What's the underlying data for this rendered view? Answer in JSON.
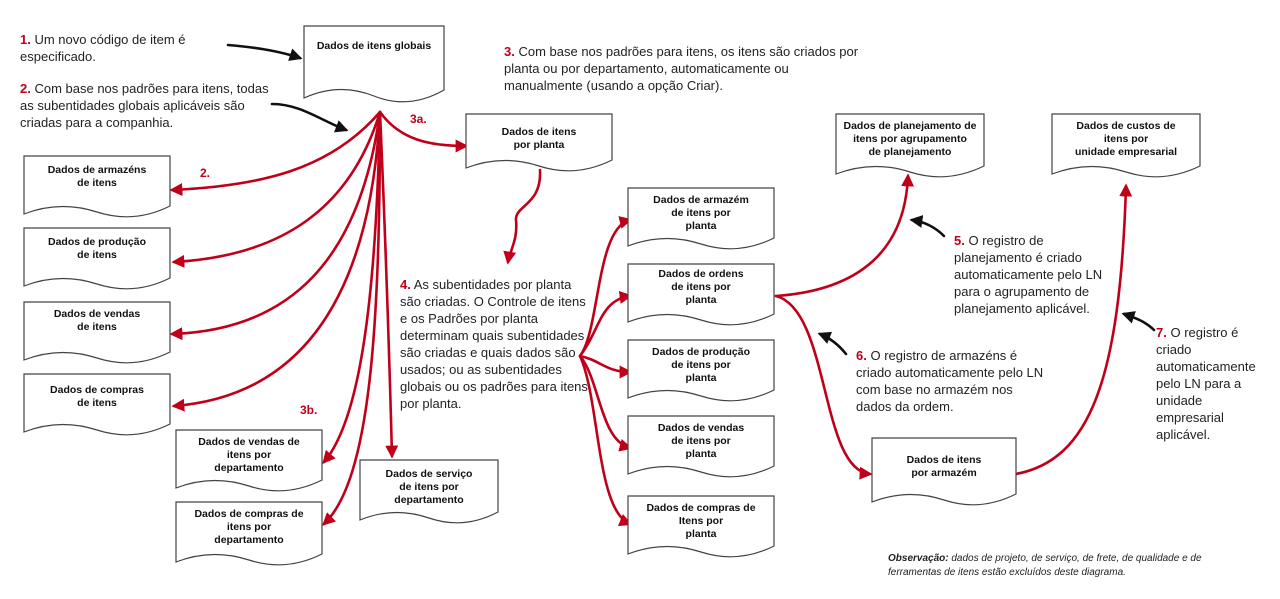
{
  "boxes": {
    "global": "Dados de itens globais",
    "plant": "Dados de itens\npor planta",
    "warehousing": "Dados de armazéns\nde itens",
    "production": "Dados de produção\nde itens",
    "sales": "Dados de vendas\nde itens",
    "purchase": "Dados de compras\nde itens",
    "dept_sales": "Dados de vendas de\nitens por\ndepartamento",
    "dept_purchase": "Dados de compras de\nitens por\ndepartamento",
    "dept_service": "Dados de serviço\nde itens por\ndepartamento",
    "plant_warehouse": "Dados de armazém\nde itens por\nplanta",
    "plant_orders": "Dados de ordens\nde itens por\nplanta",
    "plant_production": "Dados de produção\nde itens por\nplanta",
    "plant_sales": "Dados de vendas\nde itens por\nplanta",
    "plant_purchase": "Dados de compras de\nItens por\nplanta",
    "planning": "Dados de planejamento de\nitens por agrupamento\nde planejamento",
    "costs": "Dados de custos de\nitens por\nunidade empresarial",
    "by_warehouse": "Dados de itens\npor armazém"
  },
  "notes": {
    "n1_num": "1.",
    "n1": "Um novo código de item é especificado.",
    "n2_num": "2.",
    "n2": "Com base nos padrões para itens, todas as subentidades globais aplicáveis são criadas para a companhia.",
    "n3_num": "3.",
    "n3": "Com base nos padrões para itens, os itens são criados por planta ou por departamento, automaticamente ou manualmente (usando a opção Criar).",
    "n4_num": "4.",
    "n4": "As subentidades por planta são criadas. O Controle de itens e os Padrões por planta determinam quais subentidades são criadas e quais dados são usados; ou as subentidades globais ou os padrões para itens por planta.",
    "n5_num": "5.",
    "n5": "O registro de planejamento é criado automaticamente pelo LN para o agrupamento de planejamento aplicável.",
    "n6_num": "6.",
    "n6": "O registro de armazéns é criado automaticamente pelo LN com base no armazém nos dados da ordem.",
    "n7_num": "7.",
    "n7": "O registro é criado automaticamente pelo LN para a unidade empresarial aplicável."
  },
  "tags": {
    "t3a": "3a.",
    "t2": "2.",
    "t3b": "3b."
  },
  "observation": {
    "label": "Observação:",
    "text": "dados de projeto, de serviço, de frete, de qualidade e de ferramentas de itens estão excluídos deste diagrama."
  },
  "colors": {
    "arrow": "#c0001a",
    "box_border": "#444444",
    "pointer": "#111111"
  }
}
